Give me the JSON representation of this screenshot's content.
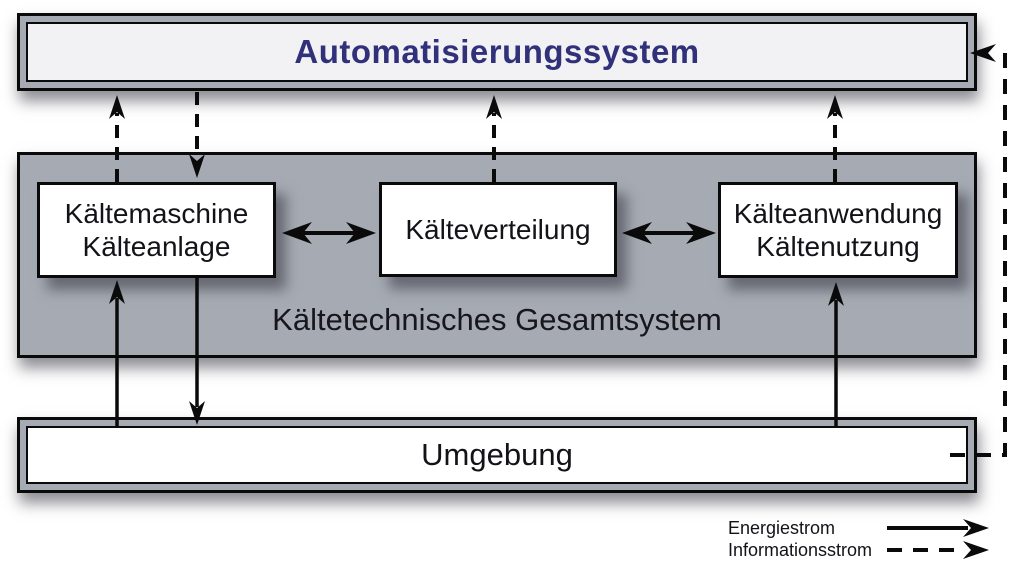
{
  "diagram": {
    "title": "Automatisierungssystem",
    "system_label": "Kältetechnisches Gesamtsystem",
    "nodes": {
      "machine": {
        "line1": "Kältemaschine",
        "line2": "Kälteanlage"
      },
      "distribution": {
        "label": "Kälteverteilung"
      },
      "application": {
        "line1": "Kälteanwendung",
        "line2": "Kältenutzung"
      },
      "environment": {
        "label": "Umgebung"
      }
    },
    "legend": {
      "energy_label": "Energiestrom",
      "information_label": "Informationsstrom"
    },
    "colors": {
      "frame_gray": "#a6abb3",
      "panel_light": "#f2f2f4",
      "title_indigo": "#31307b",
      "line_black": "#0a0a0a",
      "background": "#ffffff"
    },
    "arrow_semantics": {
      "solid": "energy flow",
      "dashed": "information flow"
    }
  }
}
